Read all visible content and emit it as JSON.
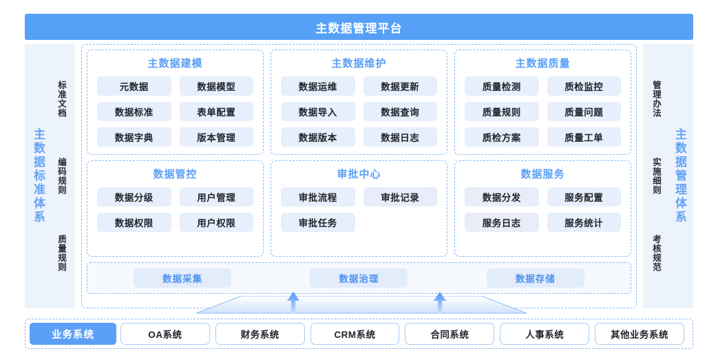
{
  "header": {
    "title": "主数据管理平台",
    "background": "#56a0f7"
  },
  "left_rail": {
    "title": "主数据标准体系",
    "items": [
      "标准文档",
      "编码规则",
      "质量规则"
    ]
  },
  "right_rail": {
    "title": "主数据管理体系",
    "items": [
      "管理办法",
      "实施细则",
      "考核规范"
    ]
  },
  "panels": [
    {
      "title": "主数据建模",
      "tiles": [
        "元数据",
        "数据模型",
        "数据标准",
        "表单配置",
        "数据字典",
        "版本管理"
      ]
    },
    {
      "title": "主数据维护",
      "tiles": [
        "数据运维",
        "数据更新",
        "数据导入",
        "数据查询",
        "数据版本",
        "数据日志"
      ]
    },
    {
      "title": "主数据质量",
      "tiles": [
        "质量检测",
        "质检监控",
        "质量规则",
        "质量问题",
        "质检方案",
        "质量工单"
      ]
    },
    {
      "title": "数据管控",
      "tiles": [
        "数据分级",
        "用户管理",
        "数据权限",
        "用户权限"
      ]
    },
    {
      "title": "审批中心",
      "tiles": [
        "审批流程",
        "审批记录",
        "审批任务"
      ]
    },
    {
      "title": "数据服务",
      "tiles": [
        "数据分发",
        "服务配置",
        "服务日志",
        "服务统计"
      ]
    }
  ],
  "foundation": {
    "tiles": [
      "数据采集",
      "数据治理",
      "数据存储"
    ]
  },
  "bottom": {
    "label": "业务系统",
    "systems": [
      "OA系统",
      "财务系统",
      "CRM系统",
      "合同系统",
      "人事系统",
      "其他业务系统"
    ]
  },
  "colors": {
    "accent": "#5ba0f6",
    "tile_bg": "#e7effc",
    "rail_bg": "#edf3fb",
    "dashed_border": "#86b8f5"
  }
}
